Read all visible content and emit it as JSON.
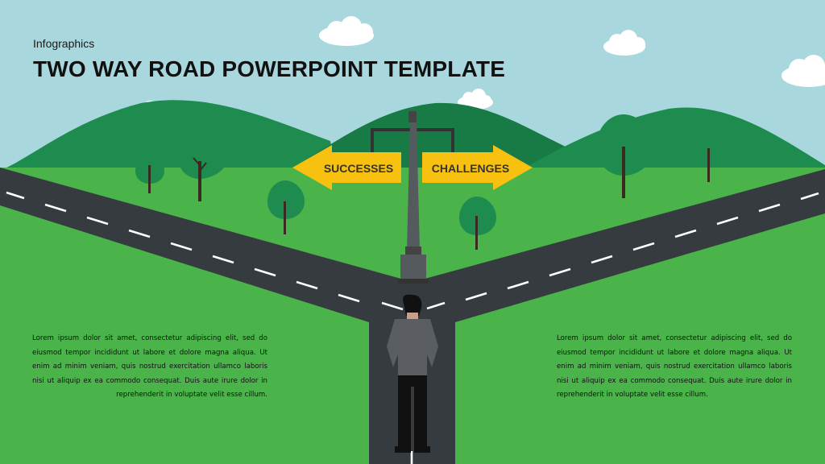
{
  "header": {
    "subtitle": "Infographics",
    "title": "TWO WAY ROAD POWERPOINT TEMPLATE"
  },
  "signpost": {
    "left_label": "SUCCESSES",
    "right_label": "CHALLENGES"
  },
  "text_blocks": {
    "left": "Lorem ipsum dolor sit amet, consectetur adipiscing elit, sed do eiusmod tempor incididunt ut labore et dolore magna aliqua. Ut enim ad minim veniam, quis nostrud exercitation ullamco laboris nisi ut aliquip ex ea commodo consequat. Duis aute irure dolor in reprehenderit in voluptate velit esse cillum.",
    "right": "Lorem ipsum dolor sit amet, consectetur adipiscing elit, sed do eiusmod tempor incididunt ut labore et dolore magna aliqua. Ut enim ad minim veniam, quis nostrud exercitation ullamco laboris nisi ut aliquip ex ea commodo consequat. Duis aute irure dolor in reprehenderit in voluptate velit esse cillum."
  },
  "colors": {
    "sky": "#a8d8de",
    "grass": "#4ab44a",
    "hills": "#1e8c4e",
    "road": "#363b40",
    "sign": "#f9c10f"
  }
}
